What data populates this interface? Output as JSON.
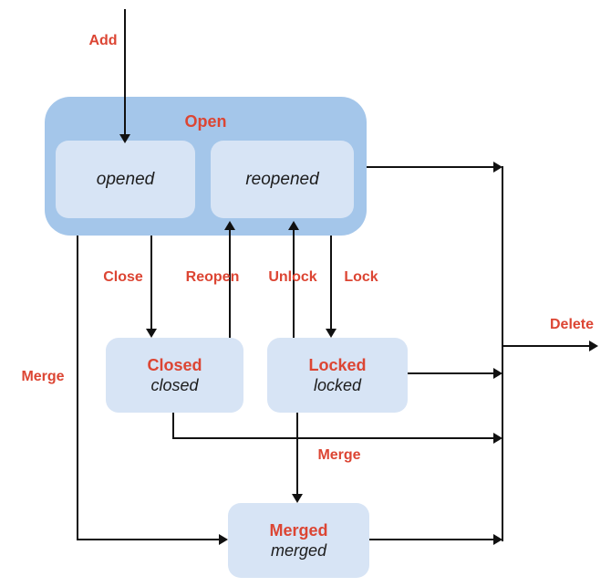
{
  "diagram": {
    "states": {
      "open": {
        "label": "Open",
        "substates": {
          "opened": "opened",
          "reopened": "reopened"
        }
      },
      "closed": {
        "title": "Closed",
        "subtitle": "closed"
      },
      "locked": {
        "title": "Locked",
        "subtitle": "locked"
      },
      "merged": {
        "title": "Merged",
        "subtitle": "merged"
      }
    },
    "transitions": {
      "add": "Add",
      "close": "Close",
      "reopen": "Reopen",
      "unlock": "Unlock",
      "lock": "Lock",
      "merge_left": "Merge",
      "merge_bottom": "Merge",
      "delete": "Delete"
    },
    "colors": {
      "open_container_fill": "#A4C6EA",
      "state_fill": "#D7E4F5",
      "label_red": "#DC4533",
      "arrow_black": "#111111"
    }
  }
}
